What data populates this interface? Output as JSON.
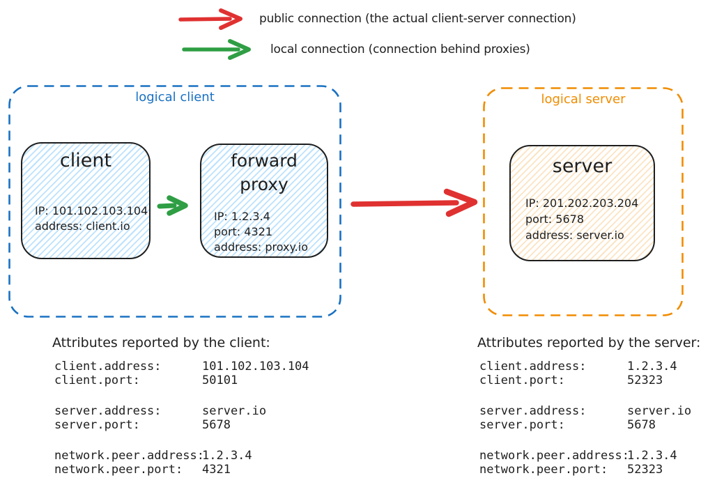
{
  "palette": {
    "public_red": "#e03131",
    "local_green": "#2f9e44",
    "logical_client_blue": "#1971c2",
    "logical_server_orange": "#f08c00",
    "ink": "#1e1e1e",
    "client_fill_hatch": "#a5d8ff",
    "server_fill_hatch": "#facd91"
  },
  "legend": {
    "public": {
      "label": "public connection (the actual client-server connection)"
    },
    "local": {
      "label": "local connection (connection behind proxies)"
    }
  },
  "groups": {
    "logical_client": {
      "label": "logical client"
    },
    "logical_server": {
      "label": "logical server"
    }
  },
  "nodes": {
    "client": {
      "title": "client",
      "lines": [
        "IP: 101.102.103.104",
        "address: client.io"
      ]
    },
    "forward_proxy": {
      "title_lines": [
        "forward",
        "proxy"
      ],
      "lines": [
        "IP: 1.2.3.4",
        "port: 4321",
        "address: proxy.io"
      ]
    },
    "server": {
      "title": "server",
      "lines": [
        "IP: 201.202.203.204",
        "port: 5678",
        "address: server.io"
      ]
    }
  },
  "attributes": {
    "client": {
      "heading": "Attributes reported by the client:",
      "groups": [
        [
          {
            "key": "client.address:",
            "value": "101.102.103.104"
          },
          {
            "key": "client.port:",
            "value": "50101"
          }
        ],
        [
          {
            "key": "server.address:",
            "value": "server.io"
          },
          {
            "key": "server.port:",
            "value": "5678"
          }
        ],
        [
          {
            "key": "network.peer.address:",
            "value": "1.2.3.4"
          },
          {
            "key": "network.peer.port:",
            "value": "4321"
          }
        ]
      ]
    },
    "server": {
      "heading": "Attributes reported by the server:",
      "groups": [
        [
          {
            "key": "client.address:",
            "value": "1.2.3.4"
          },
          {
            "key": "client.port:",
            "value": "52323"
          }
        ],
        [
          {
            "key": "server.address:",
            "value": "server.io"
          },
          {
            "key": "server.port:",
            "value": "5678"
          }
        ],
        [
          {
            "key": "network.peer.address:",
            "value": "1.2.3.4"
          },
          {
            "key": "network.peer.port:",
            "value": "52323"
          }
        ]
      ]
    }
  }
}
